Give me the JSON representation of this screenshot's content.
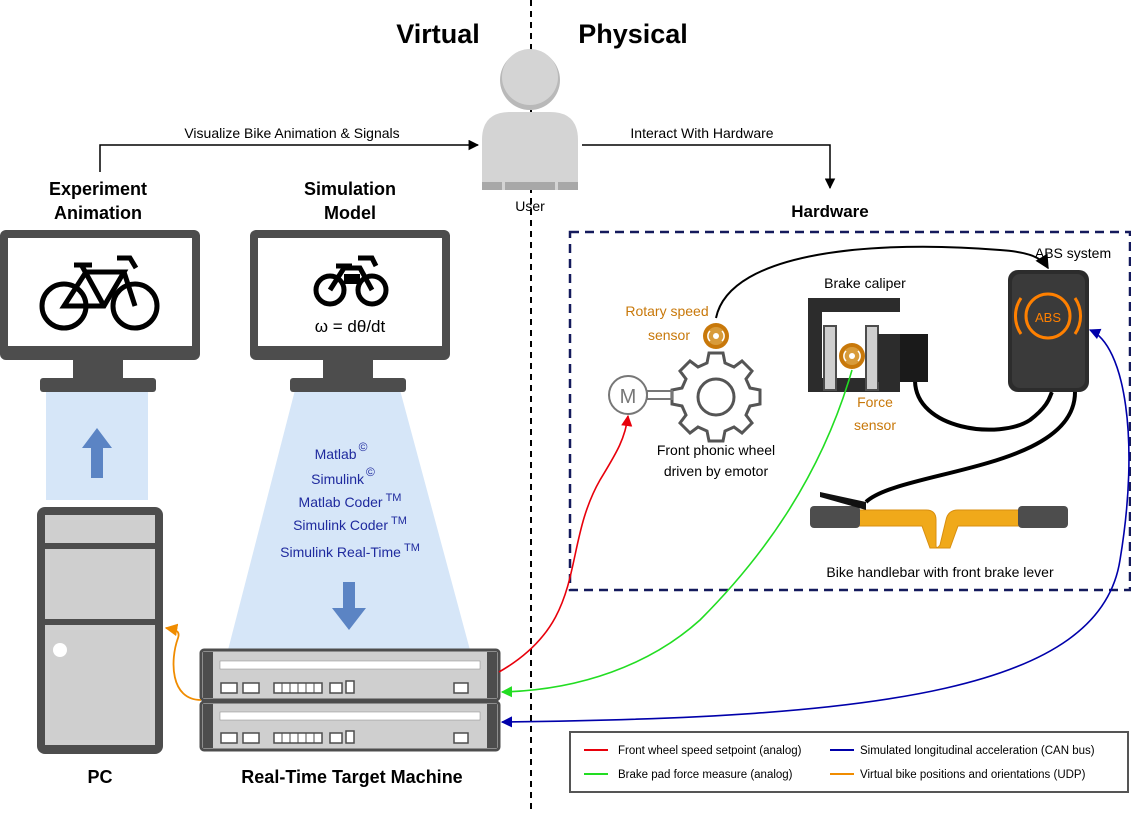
{
  "sections": {
    "virtual": "Virtual",
    "physical": "Physical"
  },
  "user": {
    "label": "User"
  },
  "arrows": {
    "visualize": "Visualize Bike Animation & Signals",
    "interact": "Interact With Hardware"
  },
  "monitors": {
    "animation": {
      "title_line1": "Experiment",
      "title_line2": "Animation",
      "icon": "bicycle-icon"
    },
    "simulation": {
      "title_line1": "Simulation",
      "title_line2": "Model",
      "icon": "motorbike-icon",
      "formula": "ω = dθ/dt"
    }
  },
  "software": {
    "items": [
      {
        "name": "Matlab",
        "sup": "©"
      },
      {
        "name": "Simulink",
        "sup": "©"
      },
      {
        "name": "Matlab Coder",
        "sup": "TM"
      },
      {
        "name": "Simulink Coder",
        "sup": "TM"
      },
      {
        "name": "Simulink Real-Time",
        "sup": "TM"
      }
    ],
    "color": "#1f2a9e"
  },
  "pc": {
    "label": "PC"
  },
  "target": {
    "label": "Real-Time Target Machine"
  },
  "hardware": {
    "title": "Hardware",
    "abs_system": "ABS system",
    "abs_badge": "ABS",
    "brake_caliper": "Brake caliper",
    "rotary_speed_1": "Rotary speed",
    "rotary_speed_2": "sensor",
    "force_1": "Force",
    "force_2": "sensor",
    "phonic_1": "Front phonic wheel",
    "phonic_2": "driven by emotor",
    "handlebar": "Bike handlebar with front brake lever",
    "motor_badge": "M"
  },
  "legend": {
    "items": [
      {
        "label": "Front wheel speed setpoint (analog)",
        "color": "#e8000b"
      },
      {
        "label": "Simulated longitudinal acceleration (CAN bus)",
        "color": "#0000aa"
      },
      {
        "label": "Brake pad force measure (analog)",
        "color": "#22dd22"
      },
      {
        "label": "Virtual bike positions and orientations (UDP)",
        "color": "#f08c00"
      }
    ]
  },
  "colors": {
    "orange_text": "#c8780a",
    "abs_orange": "#ff8000",
    "handlebar": "#f0a91a",
    "beam": "#d6e6f8",
    "arrow_blue": "#5b84c4",
    "dashed_box": "#141a5c"
  }
}
